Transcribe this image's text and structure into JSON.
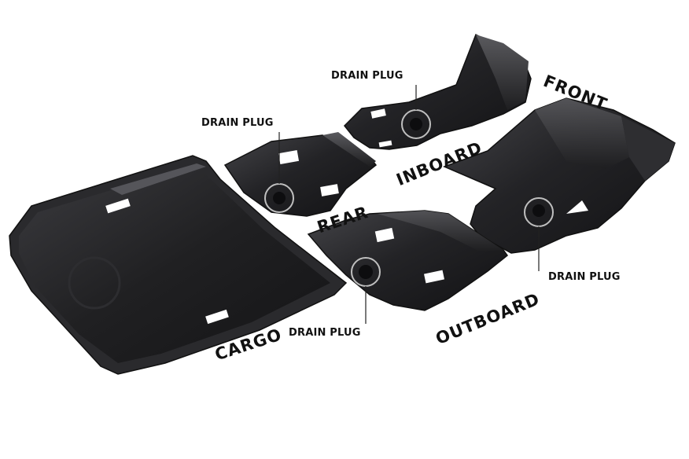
{
  "labels": {
    "front": "FRONT",
    "inboard": "INBOARD",
    "rear": "REAR",
    "outboard": "OUTBOARD",
    "cargo": "CARGO"
  },
  "callouts": {
    "drain_plug_front_inboard": "DRAIN PLUG",
    "drain_plug_rear_inboard": "DRAIN PLUG",
    "drain_plug_front_outboard": "DRAIN PLUG",
    "drain_plug_rear_outboard": "DRAIN PLUG"
  },
  "colors": {
    "liner": "#1c1c1e",
    "liner_edge": "#3a3a3d",
    "liner_highlight": "#4a4a4e",
    "cutout": "#ffffff",
    "text": "#111111"
  }
}
